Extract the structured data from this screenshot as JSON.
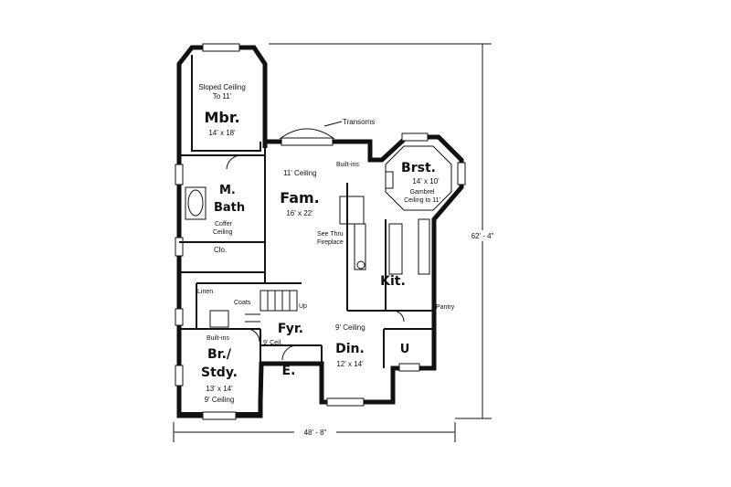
{
  "plan": {
    "dimensions": {
      "overall_width": "48' - 8\"",
      "overall_depth": "62' - 4\""
    },
    "rooms": {
      "master_bedroom": {
        "name": "Mbr.",
        "size": "14' x 18'",
        "note": "Sloped Ceiling",
        "note2": "To 11'"
      },
      "master_bath": {
        "name_line1": "M.",
        "name_line2": "Bath",
        "note_line1": "Coffer",
        "note_line2": "Ceiling"
      },
      "closet": {
        "name": "Clo."
      },
      "family": {
        "name": "Fam.",
        "size": "16' x 22'",
        "ceiling": "11' Ceiling"
      },
      "breakfast": {
        "name": "Brst.",
        "size": "14' x 10'",
        "note_line1": "Gambrel",
        "note_line2": "Ceiling to 11'"
      },
      "kitchen": {
        "name": "Kit."
      },
      "foyer": {
        "name": "Fyr.",
        "ceiling": "9' Ceil."
      },
      "dining": {
        "name": "Din.",
        "size": "12' x 14'",
        "ceiling": "9' Ceiling"
      },
      "bedroom_study": {
        "name_line1": "Br./",
        "name_line2": "Stdy.",
        "size": "13' x 14'",
        "ceiling": "9' Ceiling"
      },
      "entry": {
        "name": "E."
      },
      "utility": {
        "name": "U"
      }
    },
    "labels": {
      "transoms": "Transoms",
      "built_ins_family": "Built-ins",
      "see_thru_line1": "See Thru",
      "see_thru_line2": "Fireplace",
      "linen": "Linen",
      "coats": "Coats",
      "up": "Up",
      "built_ins_study": "Built-ins",
      "pantry": "Pantry"
    }
  }
}
